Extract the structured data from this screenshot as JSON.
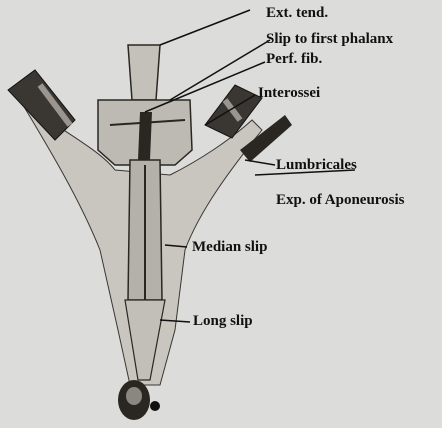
{
  "labels": {
    "ext_tend": "Ext. tend.",
    "slip_first_phalanx": "Slip to first phalanx",
    "perf_fib": "Perf. fib.",
    "interossei": "Interossei",
    "lumbricales": "Lumbricales",
    "exp_aponeurosis": "Exp. of Aponeurosis",
    "median_slip": "Median slip",
    "long_slip": "Long slip"
  },
  "colors": {
    "background": "#dcdcda",
    "ink": "#111111",
    "tendon_fill": "#bdbab4",
    "tendon_dark": "#2a2723"
  }
}
